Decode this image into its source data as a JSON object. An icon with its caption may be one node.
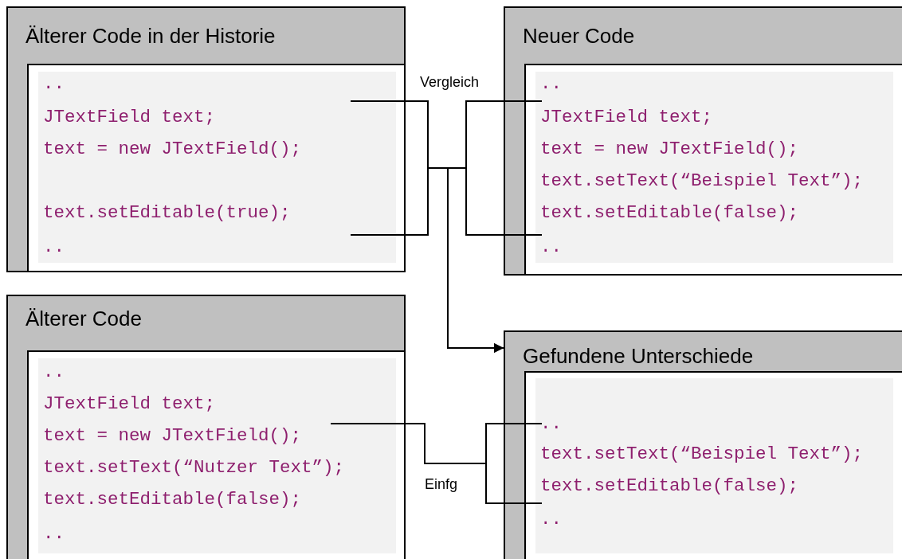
{
  "diagram": {
    "nodes": [
      {
        "text": [
          "Älterer Code in der Historie"
        ]
      },
      {
        "text": [
          "..",
          "JTextField text;",
          "text = new JTextField();",
          "text.setEditable(true);",
          ".."
        ],
        "in": 0
      },
      {
        "text": [
          "Neuer Code"
        ]
      },
      {
        "text": [
          "..",
          "JTextField text;",
          "text = new JTextField();",
          "text.setText(“Beispiel Text”);",
          "text.setEditable(false);",
          ".."
        ],
        "in": 2
      },
      {
        "text": [
          "Älterer Code"
        ]
      },
      {
        "text": [
          "..",
          "JTextField text;",
          "text = new JTextField();",
          "text.setText(“Nutzer Text”);",
          "text.setEditable(false);",
          ".."
        ],
        "in": 4
      },
      {
        "text": [
          "Gefundene Unterschiede"
        ]
      },
      {
        "text": [
          "..",
          "text.setText(“Beispiel Text”);",
          "text.setEditable(false);",
          ".."
        ],
        "in": 6
      }
    ],
    "edges": [
      {
        "from": 1,
        "to": 6,
        "arrow": "to"
      },
      {
        "from": 3,
        "to": 6,
        "arrow": "to"
      },
      {
        "from": 5,
        "to": 7,
        "arrow": "none"
      }
    ],
    "labels": [
      "Vergleich",
      "Einfg"
    ]
  }
}
